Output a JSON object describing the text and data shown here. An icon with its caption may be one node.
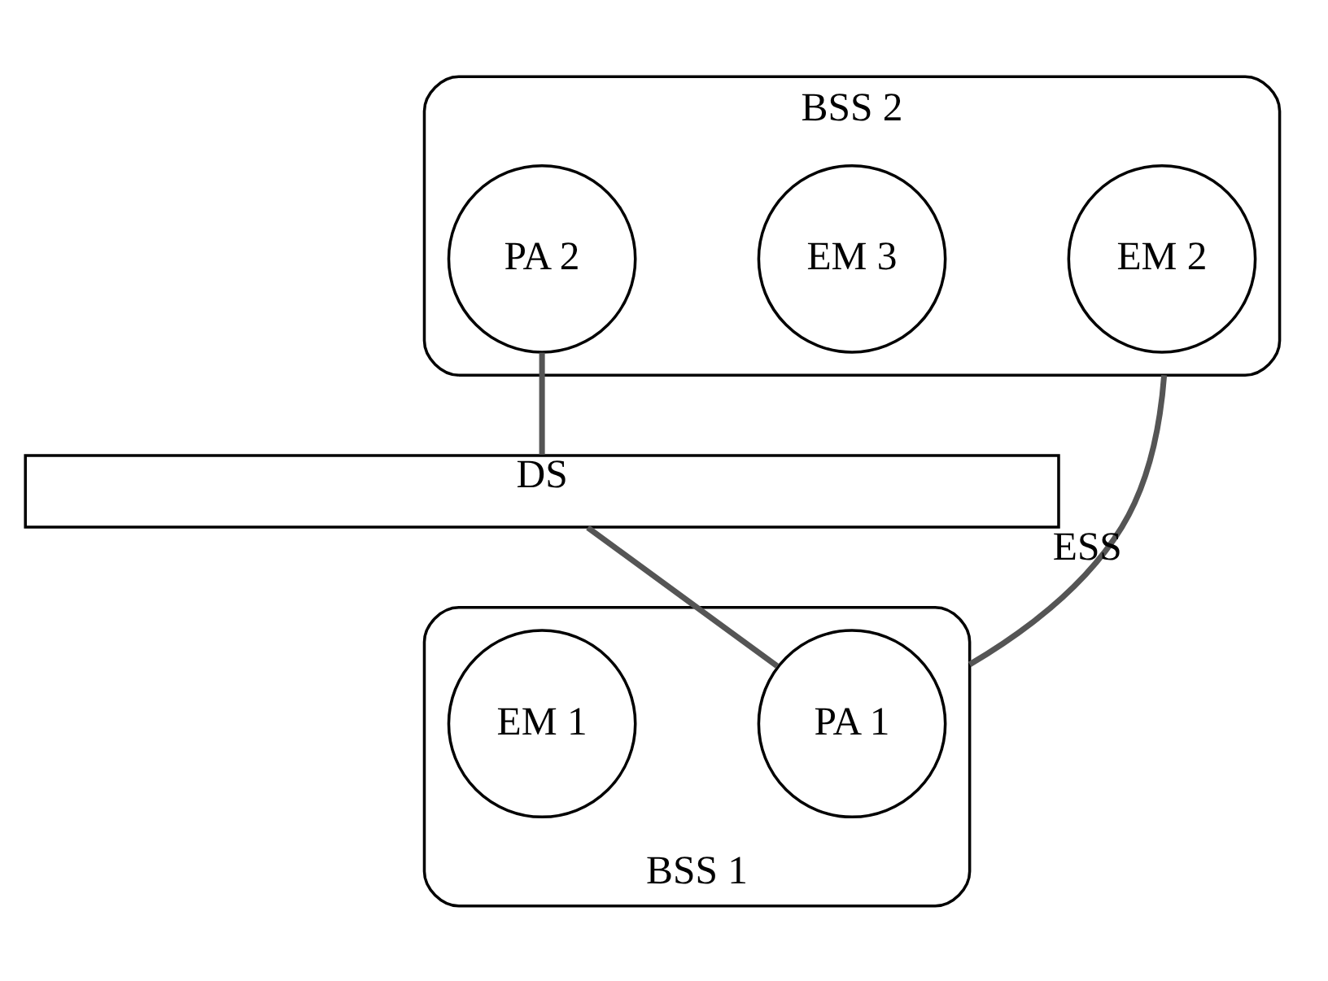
{
  "diagram": {
    "nodes": [
      {
        "text": [
          "BSS 2"
        ]
      },
      {
        "text": [
          "EM 2"
        ],
        "in": 0
      },
      {
        "text": [
          "EM 3"
        ],
        "in": 0
      },
      {
        "text": [
          "PA 2"
        ],
        "in": 0
      },
      {
        "text": [
          "DS"
        ]
      },
      {
        "text": [
          "BSS 1"
        ]
      },
      {
        "text": [
          "PA 1"
        ],
        "in": 5
      },
      {
        "text": [
          "EM 1"
        ],
        "in": 5
      }
    ],
    "edges": [
      {
        "from": 5,
        "to": 0,
        "arrow": "none",
        "label": "ESS"
      },
      {
        "from": 3,
        "to": 4,
        "arrow": "none"
      },
      {
        "from": 6,
        "to": 4,
        "arrow": "none"
      }
    ]
  }
}
